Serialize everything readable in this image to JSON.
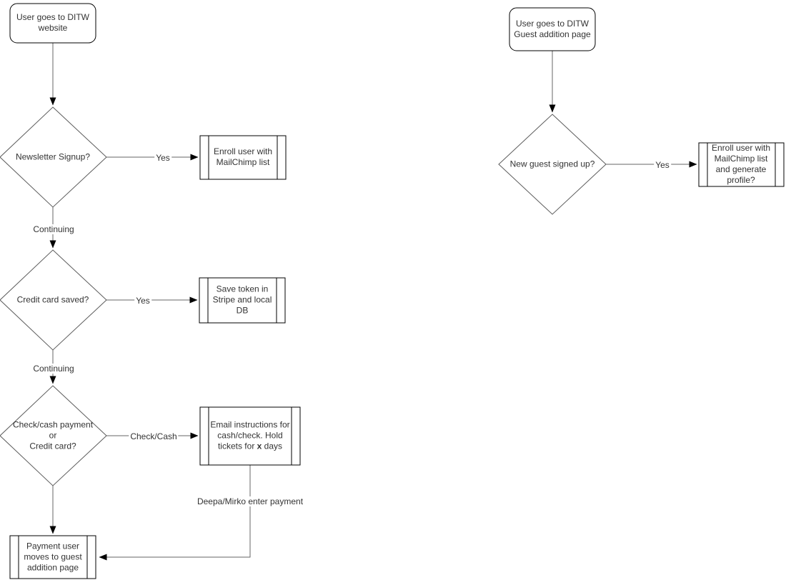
{
  "canvas": {
    "background": "#ffffff",
    "shape_border_color": "#000000",
    "diamond_border_color": "#5c5c5c",
    "edge_color": "#666666",
    "arrowhead_color": "#000000",
    "text_color": "#333333"
  },
  "left_flow": {
    "start": {
      "label": "User goes to DITW website"
    },
    "newsletter_decision": {
      "label": "Newsletter Signup?"
    },
    "enroll_mailchimp": {
      "label": "Enroll user with MailChimp list"
    },
    "credit_card_decision": {
      "label": "Credit card saved?"
    },
    "save_token": {
      "label": "Save token in Stripe and local DB"
    },
    "payment_decision": {
      "label": "Check/cash payment\nor\nCredit card?"
    },
    "email_instructions": {
      "label_before": "Email instructions for cash/check. Hold tickets for ",
      "label_bold": "x",
      "label_after": " days"
    },
    "payment_moves": {
      "label": "Payment user moves to guest addition page"
    },
    "edges": {
      "yes_1": "Yes",
      "continuing_1": "Continuing",
      "yes_2": "Yes",
      "continuing_2": "Continuing",
      "check_cash": "Check/Cash",
      "deepa_mirko": "Deepa/Mirko enter payment"
    }
  },
  "right_flow": {
    "start": {
      "label": "User goes to DITW Guest addition page"
    },
    "new_guest_decision": {
      "label": "New guest signed up?"
    },
    "enroll_generate": {
      "label": "Enroll user with MailChimp list and generate profile?"
    },
    "edges": {
      "yes": "Yes"
    }
  }
}
